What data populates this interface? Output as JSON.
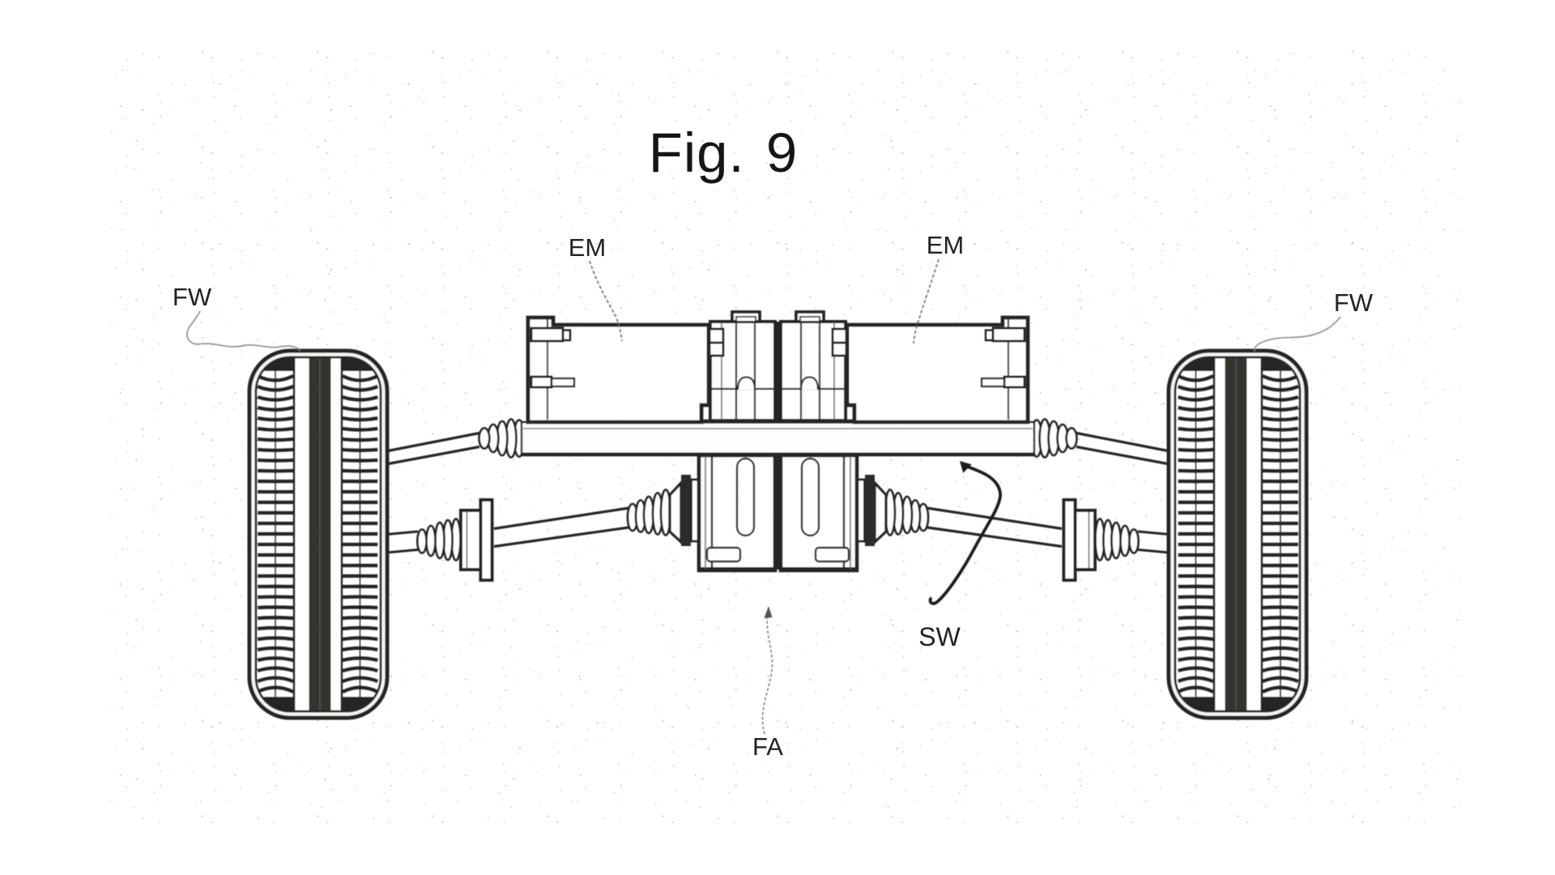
{
  "figure": {
    "title": "Fig. 9",
    "kind": "patent-line-drawing",
    "subject": "vehicle front axle with two electric motors, steering rack and drive shafts"
  },
  "labels": {
    "em_left": "EM",
    "em_right": "EM",
    "fw_left": "FW",
    "fw_right": "FW",
    "sw": "SW",
    "fa": "FA"
  },
  "colors": {
    "ink": "#1c1c1c",
    "paper": "#ffffff",
    "tread_dark": "#2a2a28"
  }
}
